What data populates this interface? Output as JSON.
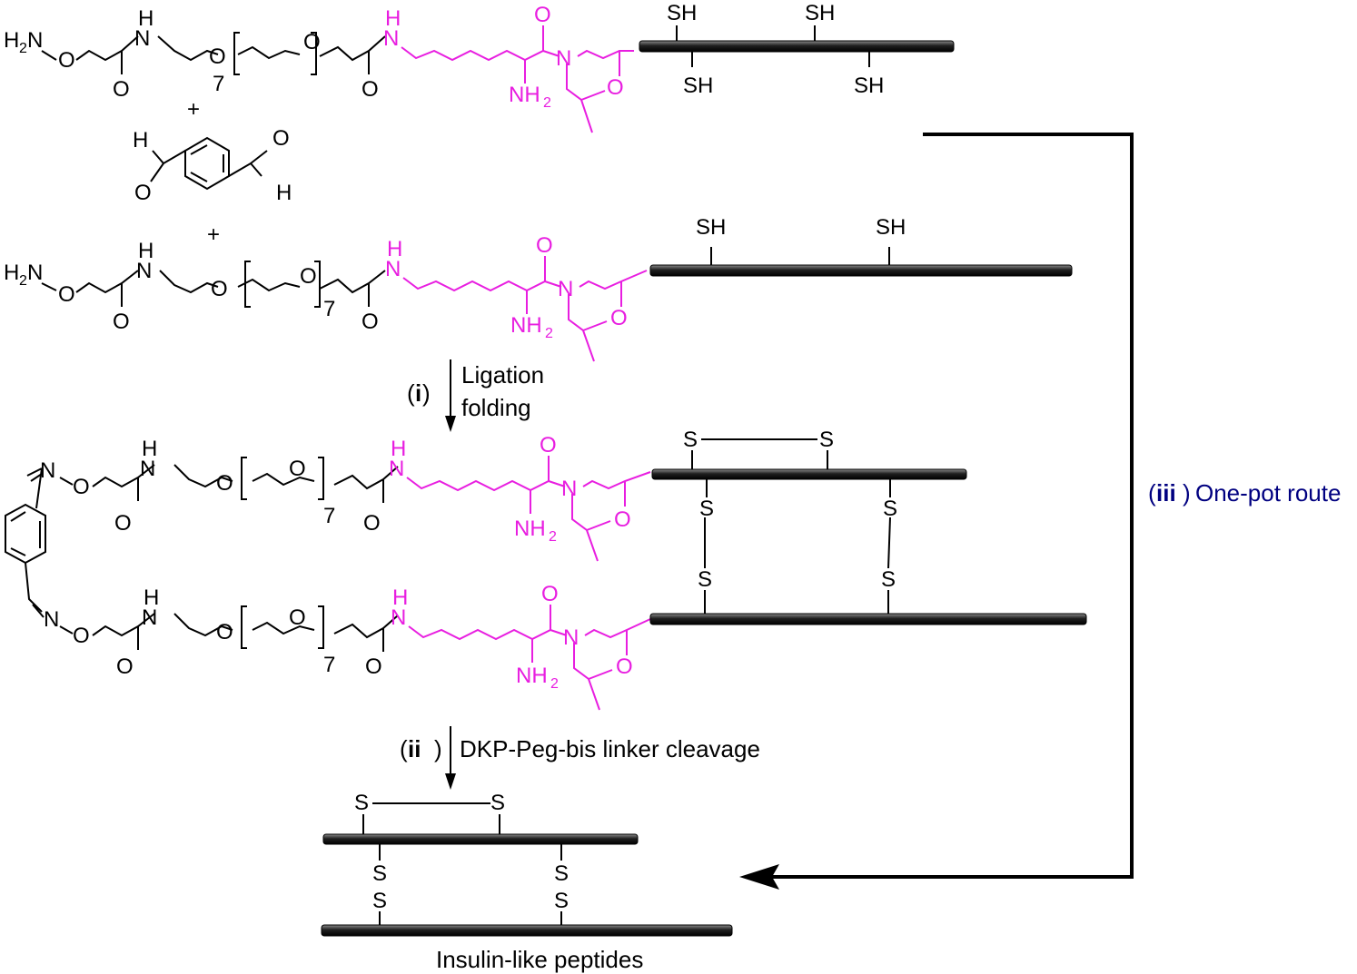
{
  "colors": {
    "ink": "#000000",
    "linker": "#e81ee0",
    "route": "#000080",
    "chain": "#2b2b2b"
  },
  "atoms": {
    "h": "H",
    "n": "N",
    "o": "O",
    "s": "S",
    "sh": "SH",
    "h2": "H",
    "h2_sub": "2",
    "nh2": "NH",
    "nh2_sub": "2",
    "peg_repeat": "7",
    "plus": "+"
  },
  "steps": {
    "step1_label": "i",
    "step1_text_line1": "Ligation",
    "step1_text_line2": "folding",
    "step2_label": "ii",
    "step2_text": "DKP-Peg-bis linker cleavage",
    "step3_label": "iii",
    "step3_text": "One-pot route"
  },
  "product": {
    "caption": "Insulin-like peptides"
  }
}
